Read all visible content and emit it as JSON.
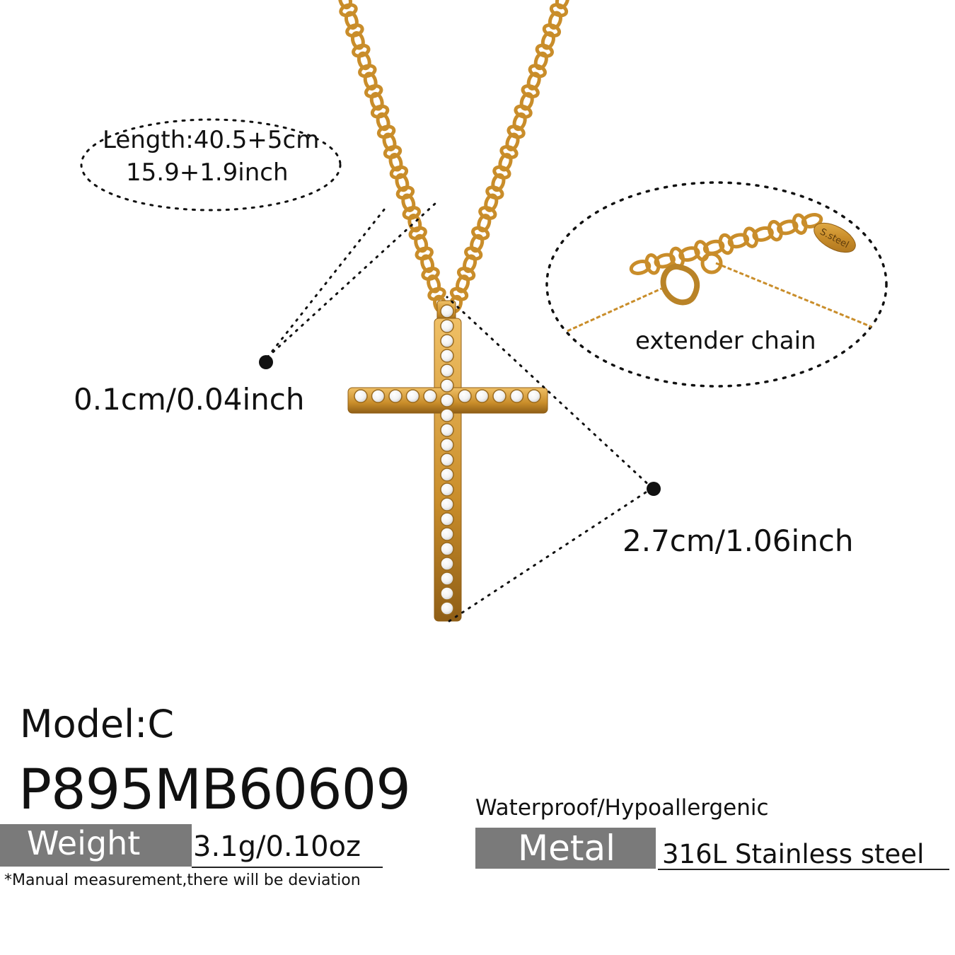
{
  "specs": {
    "length_cm": "Length:40.5+5cm",
    "length_inch": "15.9+1.9inch",
    "thickness": "0.1cm/0.04inch",
    "width": "2.7cm/1.06inch",
    "extender_label": "extender chain",
    "tag_text": "S.steel"
  },
  "product": {
    "model": "Model:C",
    "sku": "P895MB60609",
    "weight_label": "Weight",
    "weight_value": "3.1g/0.10oz",
    "note": "*Manual measurement,there will be deviation",
    "features": "Waterproof/Hypoallergenic",
    "metal_label": "Metal",
    "metal_value": "316L Stainless steel"
  },
  "colors": {
    "gold": "#c98d2a",
    "label_bg": "#7a7a7a"
  },
  "icons": [
    "cross-pendant-icon",
    "chain-icon",
    "extender-chain-icon",
    "lobster-clasp-icon",
    "measure-dot-icon"
  ]
}
